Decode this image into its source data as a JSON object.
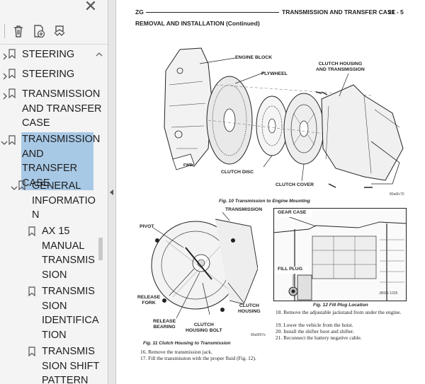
{
  "panel": {
    "close_glyph": "✕",
    "toolbar": [
      "delete-bookmark-icon",
      "new-bookmark-icon",
      "expand-bookmark-icon"
    ],
    "bookmarks": [
      {
        "label": "STEERING",
        "expanded": false,
        "selected": false,
        "level": 0
      },
      {
        "label": "STEERING",
        "expanded": false,
        "selected": false,
        "level": 0
      },
      {
        "label": "TRANSMISSION\nAND TRANSFER\nCASE",
        "expanded": false,
        "selected": false,
        "level": 0
      },
      {
        "label": "TRANSMISSION\nAND TRANSFER\nCASE",
        "expanded": true,
        "selected": true,
        "level": 0
      },
      {
        "label": "GENERAL\nINFORMATIO\nN",
        "expanded": true,
        "selected": false,
        "level": 1
      },
      {
        "label": "AX 15\nMANUAL\nTRANSMIS\nSION",
        "selected": false,
        "level": 2
      },
      {
        "label": "TRANSMIS\nSION\nIDENTIFICA\nTION",
        "selected": false,
        "level": 2
      },
      {
        "label": "TRANSMIS\nSION SHIFT\nPATTERN",
        "selected": false,
        "level": 2
      }
    ]
  },
  "doc": {
    "header_left": "ZG",
    "header_center": "TRANSMISSION AND TRANSFER CASE",
    "header_right": "21 - 5",
    "section_title": "REMOVAL AND INSTALLATION (Continued)",
    "fig10": {
      "labels": {
        "engine_block": "ENGINE BLOCK",
        "flywheel": "FLYWHEEL",
        "clutch_housing": "CLUTCH HOUSING\nAND TRANSMISSION",
        "clutch_disc": "CLUTCH DISC",
        "clutch_cover": "CLUTCH COVER",
        "fwd": "FWD"
      },
      "code": "80a6fc70",
      "caption": "Fig. 10 Transmission to Engine Mounting"
    },
    "fig11": {
      "labels": {
        "transmission": "TRANSMISSION",
        "pivot": "PIVOT",
        "release_fork": "RELEASE\nFORK",
        "release_bearing": "RELEASE\nBEARING",
        "clutch_housing_bolt": "CLUTCH\nHOUSING BOLT",
        "clutch_housing": "CLUTCH\nHOUSING"
      },
      "code": "80a6f97e",
      "caption": "Fig. 11 Clutch Housing to Transmission"
    },
    "fig12": {
      "labels": {
        "gear_case": "GEAR CASE",
        "fill_plug": "FILL PLUG"
      },
      "code": "J8921-1026",
      "caption": "Fig. 12 Fill Plug Location"
    },
    "steps_left": [
      "16. Remove the transmission jack.",
      "17. Fill the transmisston with the proper fluid (Fig. 12)."
    ],
    "steps_right": [
      "18. Remove the adjustable jackstand from under the engine.",
      "19. Lower the vehicle from the hoist.",
      "20. Install the shifter boot and shifter.",
      "21. Reconnect the battery negative cable."
    ]
  }
}
